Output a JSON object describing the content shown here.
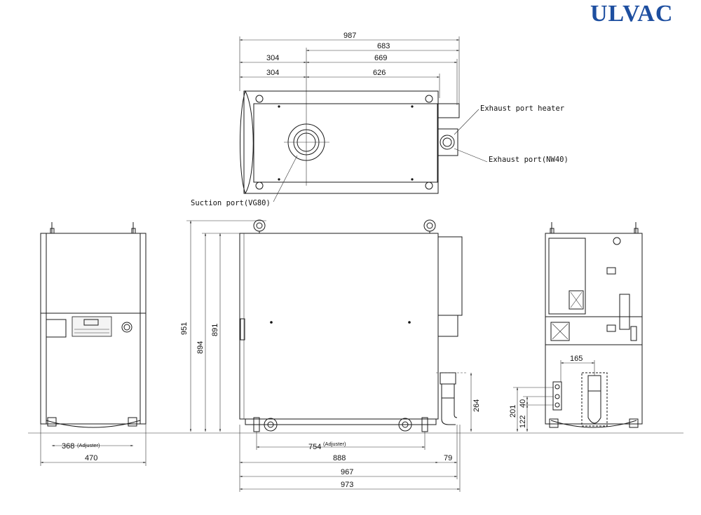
{
  "brand": {
    "logo_text": "ULVAC",
    "logo_color": "#1e4fa0"
  },
  "top_view": {
    "dims": {
      "overall": "987",
      "d683": "683",
      "d304a": "304",
      "d669": "669",
      "d304b": "304",
      "d626": "626"
    },
    "callouts": {
      "exhaust_heater": "Exhaust port heater",
      "exhaust_port": "Exhaust port(NW40)",
      "suction_port": "Suction port(VG80)"
    }
  },
  "left_view": {
    "dims": {
      "adjuster": "368",
      "adjuster_note": "(Adjuster)",
      "width": "470"
    }
  },
  "side_view": {
    "dims": {
      "h951": "951",
      "h894": "894",
      "h891": "891",
      "h264": "264",
      "adjuster": "754",
      "adjuster_note": "(Adjuster)",
      "d888": "888",
      "d79": "79",
      "d967": "967",
      "d973": "973"
    }
  },
  "right_view": {
    "dims": {
      "d165": "165",
      "h201": "201",
      "h122": "122",
      "h40": "40"
    }
  }
}
